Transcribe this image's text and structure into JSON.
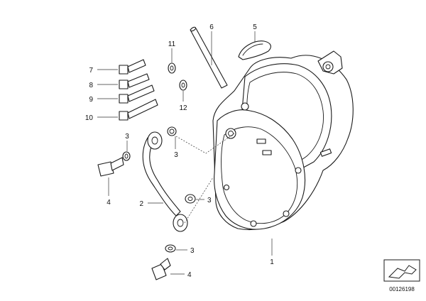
{
  "callouts": {
    "c1": "1",
    "c2": "2",
    "c3a": "3",
    "c3b": "3",
    "c3c": "3",
    "c3d": "3",
    "c4a": "4",
    "c4b": "4",
    "c5": "5",
    "c6": "6",
    "c7": "7",
    "c8": "8",
    "c9": "9",
    "c10": "10",
    "c11": "11",
    "c12": "12"
  },
  "diagram_code": "00126198"
}
